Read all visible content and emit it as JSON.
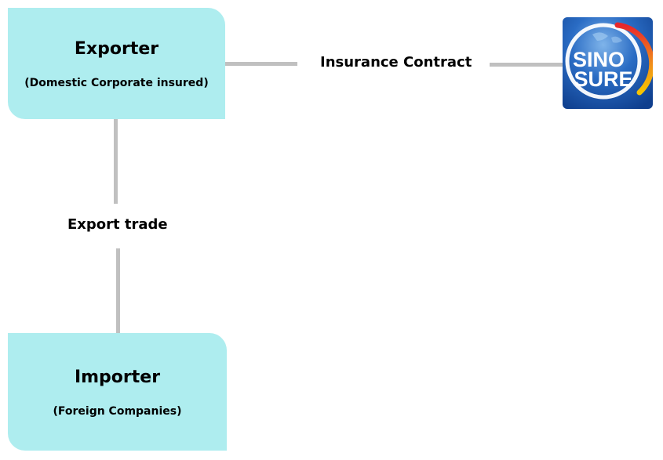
{
  "nodes": {
    "exporter": {
      "title": "Exporter",
      "subtitle": "(Domestic Corporate insured)"
    },
    "importer": {
      "title": "Importer",
      "subtitle": "(Foreign Companies)"
    }
  },
  "edges": {
    "insurance": {
      "label": "Insurance Contract"
    },
    "trade": {
      "label": "Export trade"
    }
  },
  "logo": {
    "line1": "SINO",
    "line2": "SURE",
    "icon": "sinosure-logo"
  },
  "colors": {
    "node_fill": "#aeedef",
    "connector": "#c0c0c0",
    "logo_blue": "#1a56a8",
    "logo_ring_red": "#e8262a",
    "logo_ring_yellow": "#f6c400"
  }
}
